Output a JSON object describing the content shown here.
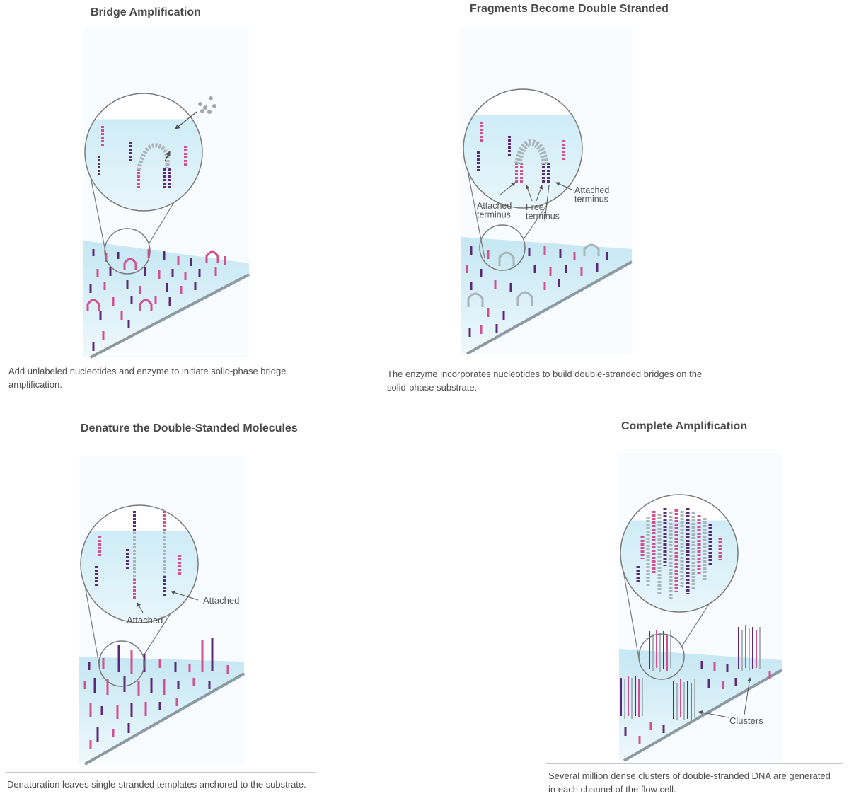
{
  "panels": [
    {
      "title": "Bridge Amplification",
      "caption": "Add unlabeled nucleotides and enzyme to initiate solid-phase bridge amplification.",
      "labels": []
    },
    {
      "title": "Fragments Become Double Stranded",
      "caption": "The enzyme incorporates nucleotides to build double-stranded bridges on the solid-phase substrate.",
      "labels": [
        "Attached terminus",
        "Free terminus",
        "Attached terminus"
      ]
    },
    {
      "title": "Denature the Double-Standed Molecules",
      "caption": "Denaturation leaves single-stranded templates anchored to the substrate.",
      "labels": [
        "Attached",
        "Attached"
      ]
    },
    {
      "title": "Complete Amplification",
      "caption": "Several million dense clusters of double-stranded DNA are generated in each channel of the flow cell.",
      "labels": [
        "Clusters"
      ]
    }
  ],
  "colors": {
    "pink": "#d1508f",
    "purple": "#5a2a78",
    "gray_strand": "#a9b4bb",
    "substrate": "#d4eef7",
    "substrate_edge": "#8c9aa3",
    "nucleotide": "#a7a7a7"
  }
}
